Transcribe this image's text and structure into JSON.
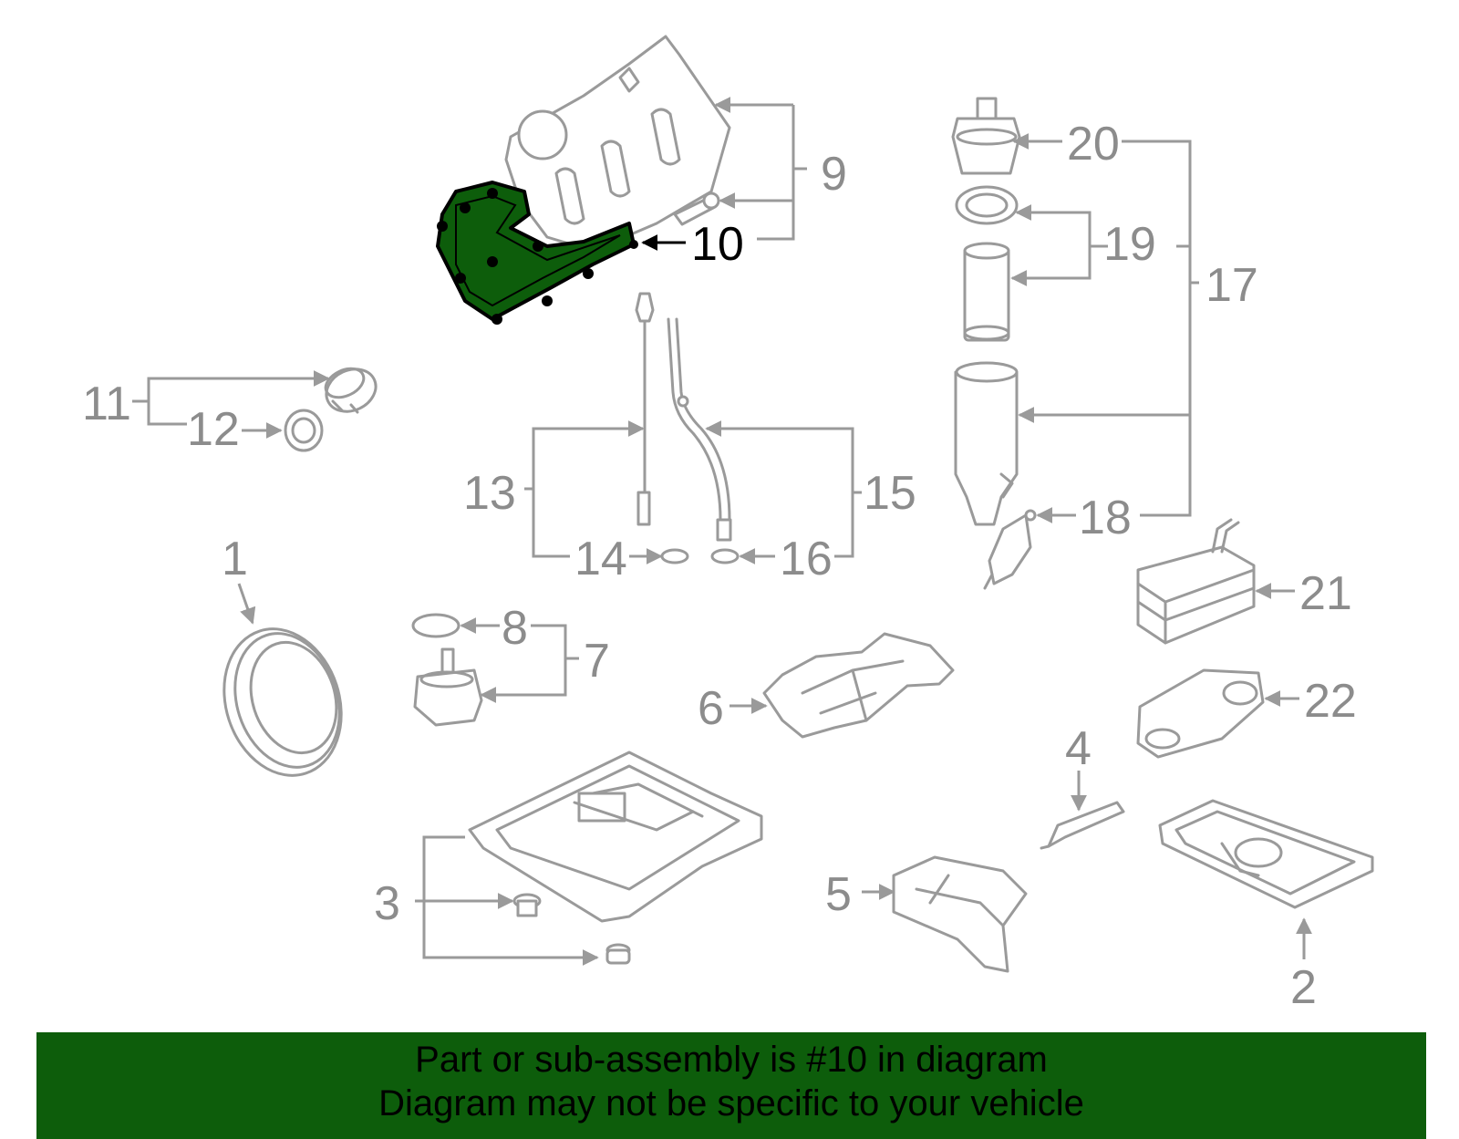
{
  "highlight_color": "#0d5d0b",
  "highlighted_part": "10",
  "callouts": {
    "c1": "1",
    "c2": "2",
    "c3": "3",
    "c4": "4",
    "c5": "5",
    "c6": "6",
    "c7": "7",
    "c8": "8",
    "c9": "9",
    "c10": "10",
    "c11": "11",
    "c12": "12",
    "c13": "13",
    "c14": "14",
    "c15": "15",
    "c16": "16",
    "c17": "17",
    "c18": "18",
    "c19": "19",
    "c20": "20",
    "c21": "21",
    "c22": "22"
  },
  "banner": {
    "line1": "Part or sub-assembly is #10 in diagram",
    "line2": "Diagram may not be specific to your vehicle"
  }
}
